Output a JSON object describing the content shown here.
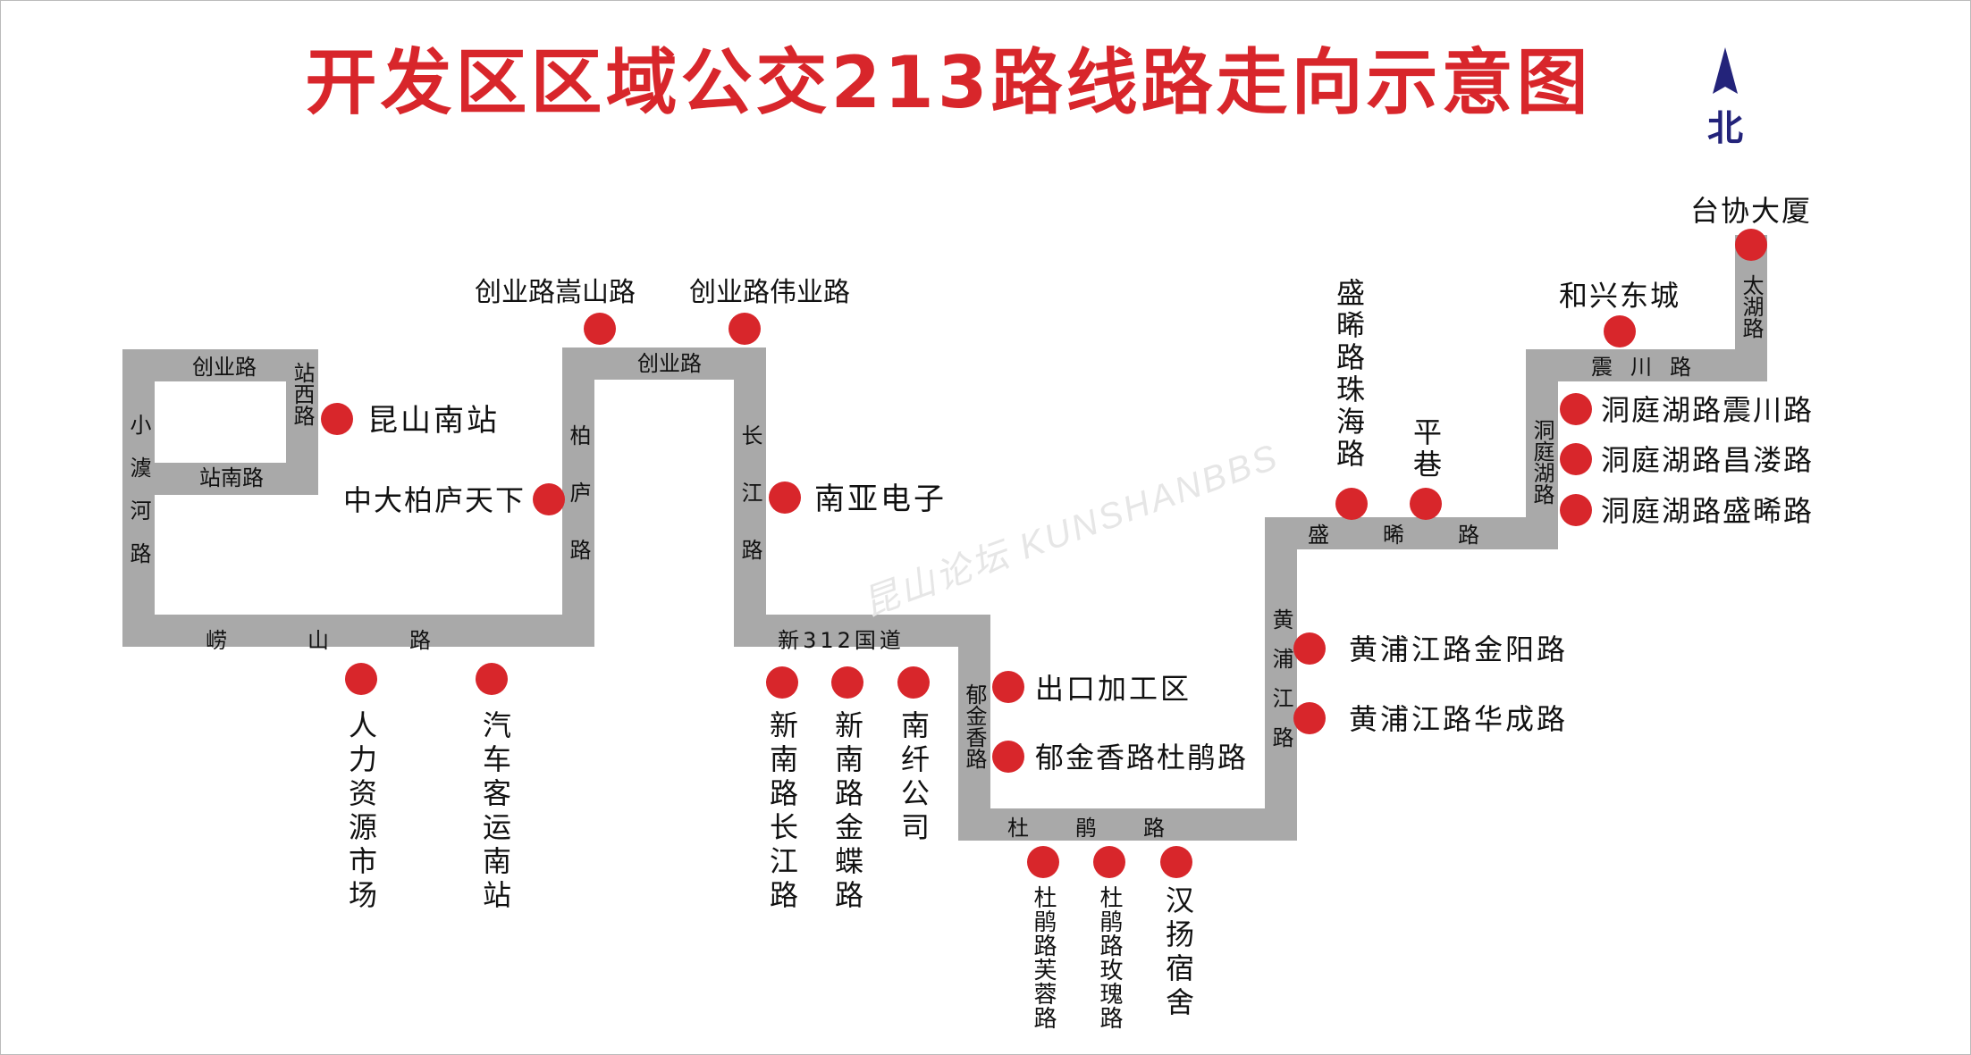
{
  "title": "开发区区域公交213路线路走向示意图",
  "north": "北",
  "watermark": "昆山论坛 KUNSHANBBS",
  "colors": {
    "title": "#d8262b",
    "road": "#a9a9a9",
    "stop": "#d8262b",
    "north_arrow": "#23237a",
    "text": "#111111"
  },
  "roads": [
    "创业路",
    "站西路",
    "站南路",
    "小澞河路",
    "崂山路",
    "柏庐路",
    "创业路",
    "长江路",
    "新312国道",
    "郁金香路",
    "杜鹃路",
    "黄浦江路",
    "盛晞路",
    "洞庭湖路",
    "震川路",
    "太湖路"
  ],
  "stops": [
    "昆山南站",
    "中大柏庐天下",
    "人力资源市场",
    "汽车客运南站",
    "创业路嵩山路",
    "创业路伟业路",
    "南亚电子",
    "新南路长江路",
    "新南路金蝶路",
    "南纤公司",
    "出口加工区",
    "郁金香路杜鹃路",
    "杜鹃路芙蓉路",
    "杜鹃路玫瑰路",
    "汉扬宿舍",
    "黄浦江路金阳路",
    "黄浦江路华成路",
    "盛晞路珠海路",
    "平巷",
    "洞庭湖路盛晞路",
    "洞庭湖路昌溇路",
    "洞庭湖路震川路",
    "和兴东城",
    "台协大厦"
  ]
}
